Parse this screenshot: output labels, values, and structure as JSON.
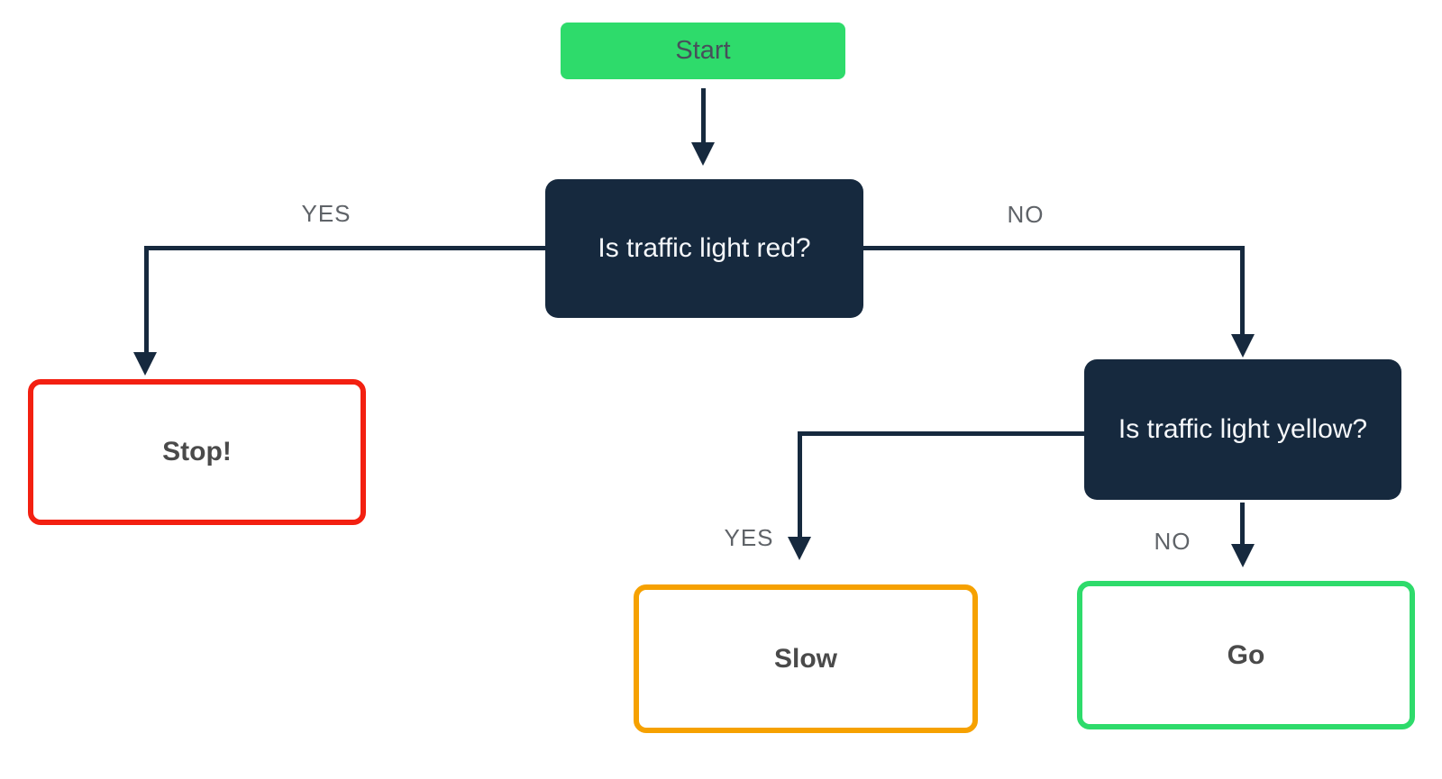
{
  "colors": {
    "green": "#2edb6b",
    "navy": "#16293e",
    "red": "#f32011",
    "orange": "#f6a100",
    "label_gray": "#5f6368",
    "text_dark": "#4a4a4a",
    "start_text": "#47505b"
  },
  "nodes": {
    "start": {
      "label": "Start"
    },
    "question_red": {
      "label": "Is traffic light red?"
    },
    "stop": {
      "label": "Stop!"
    },
    "question_yellow": {
      "label": "Is traffic light yellow?"
    },
    "slow": {
      "label": "Slow"
    },
    "go": {
      "label": "Go"
    }
  },
  "edges": {
    "red_yes": {
      "label": "YES"
    },
    "red_no": {
      "label": "NO"
    },
    "yellow_yes": {
      "label": "YES"
    },
    "yellow_no": {
      "label": "NO"
    }
  }
}
